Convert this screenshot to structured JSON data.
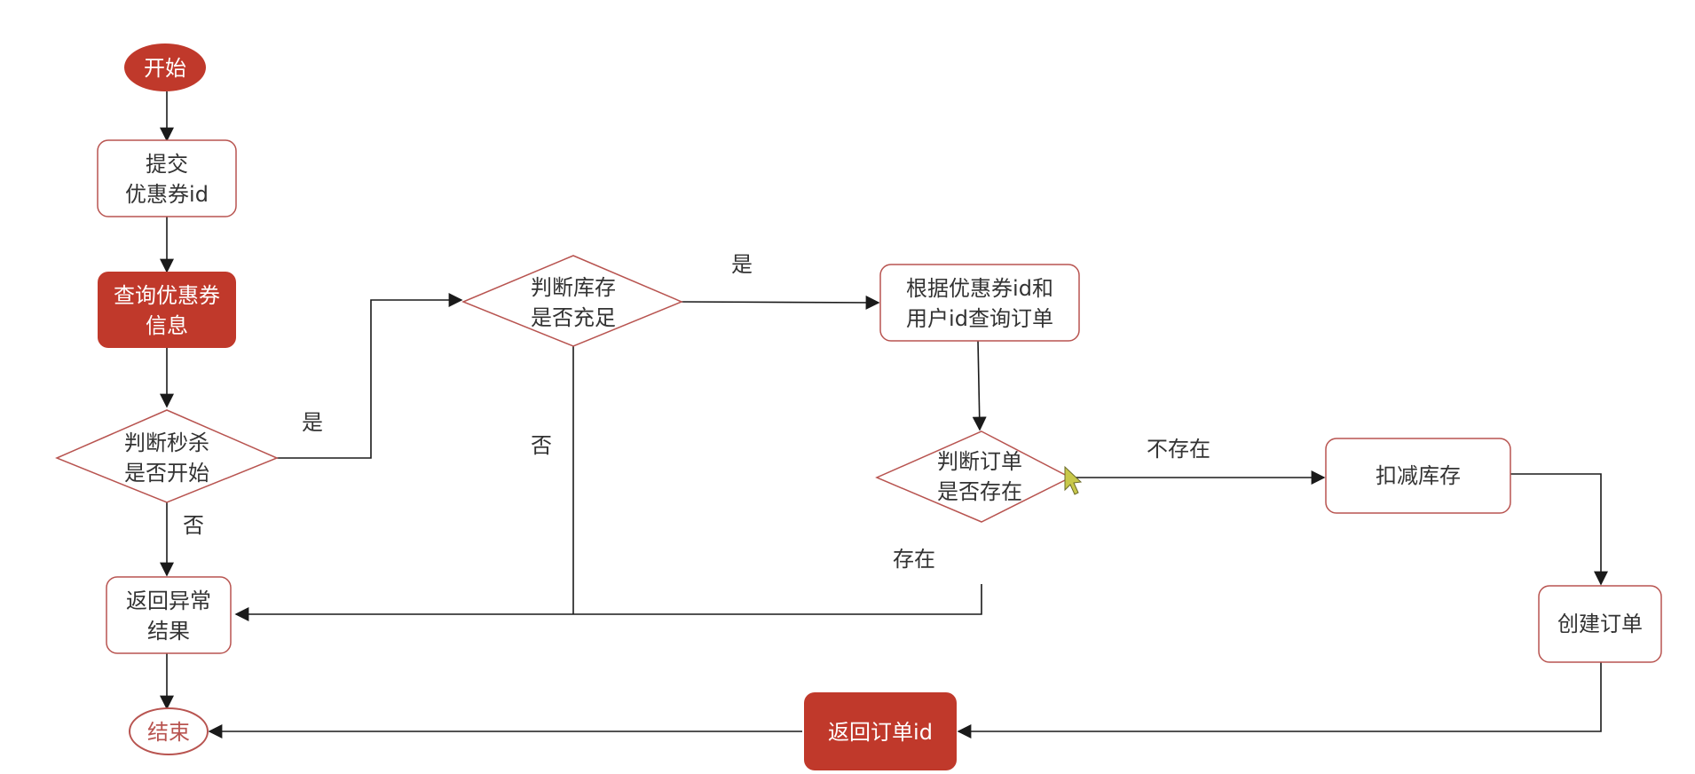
{
  "colors": {
    "accent": "#C0392B",
    "border": "#B85450",
    "line": "#1A1A1A",
    "text_dark": "#333333",
    "text_light": "#FFFFFF"
  },
  "nodes": {
    "start": {
      "text": "开始"
    },
    "submit": {
      "line1": "提交",
      "line2": "优惠券id"
    },
    "query_coupon": {
      "line1": "查询优惠券",
      "line2": "信息"
    },
    "judge_seckill": {
      "line1": "判断秒杀",
      "line2": "是否开始"
    },
    "judge_stock": {
      "line1": "判断库存",
      "line2": "是否充足"
    },
    "query_order": {
      "line1": "根据优惠券id和",
      "line2": "用户id查询订单"
    },
    "judge_order": {
      "line1": "判断订单",
      "line2": "是否存在"
    },
    "deduct_stock": {
      "text": "扣减库存"
    },
    "create_order": {
      "text": "创建订单"
    },
    "return_error": {
      "line1": "返回异常",
      "line2": "结果"
    },
    "return_order": {
      "text": "返回订单id"
    },
    "end": {
      "text": "结束"
    }
  },
  "edge_labels": {
    "seckill_yes": "是",
    "seckill_no": "否",
    "stock_yes": "是",
    "stock_no": "否",
    "order_not_exist": "不存在",
    "order_exist": "存在"
  },
  "cursor_icon": "mouse-pointer-icon"
}
